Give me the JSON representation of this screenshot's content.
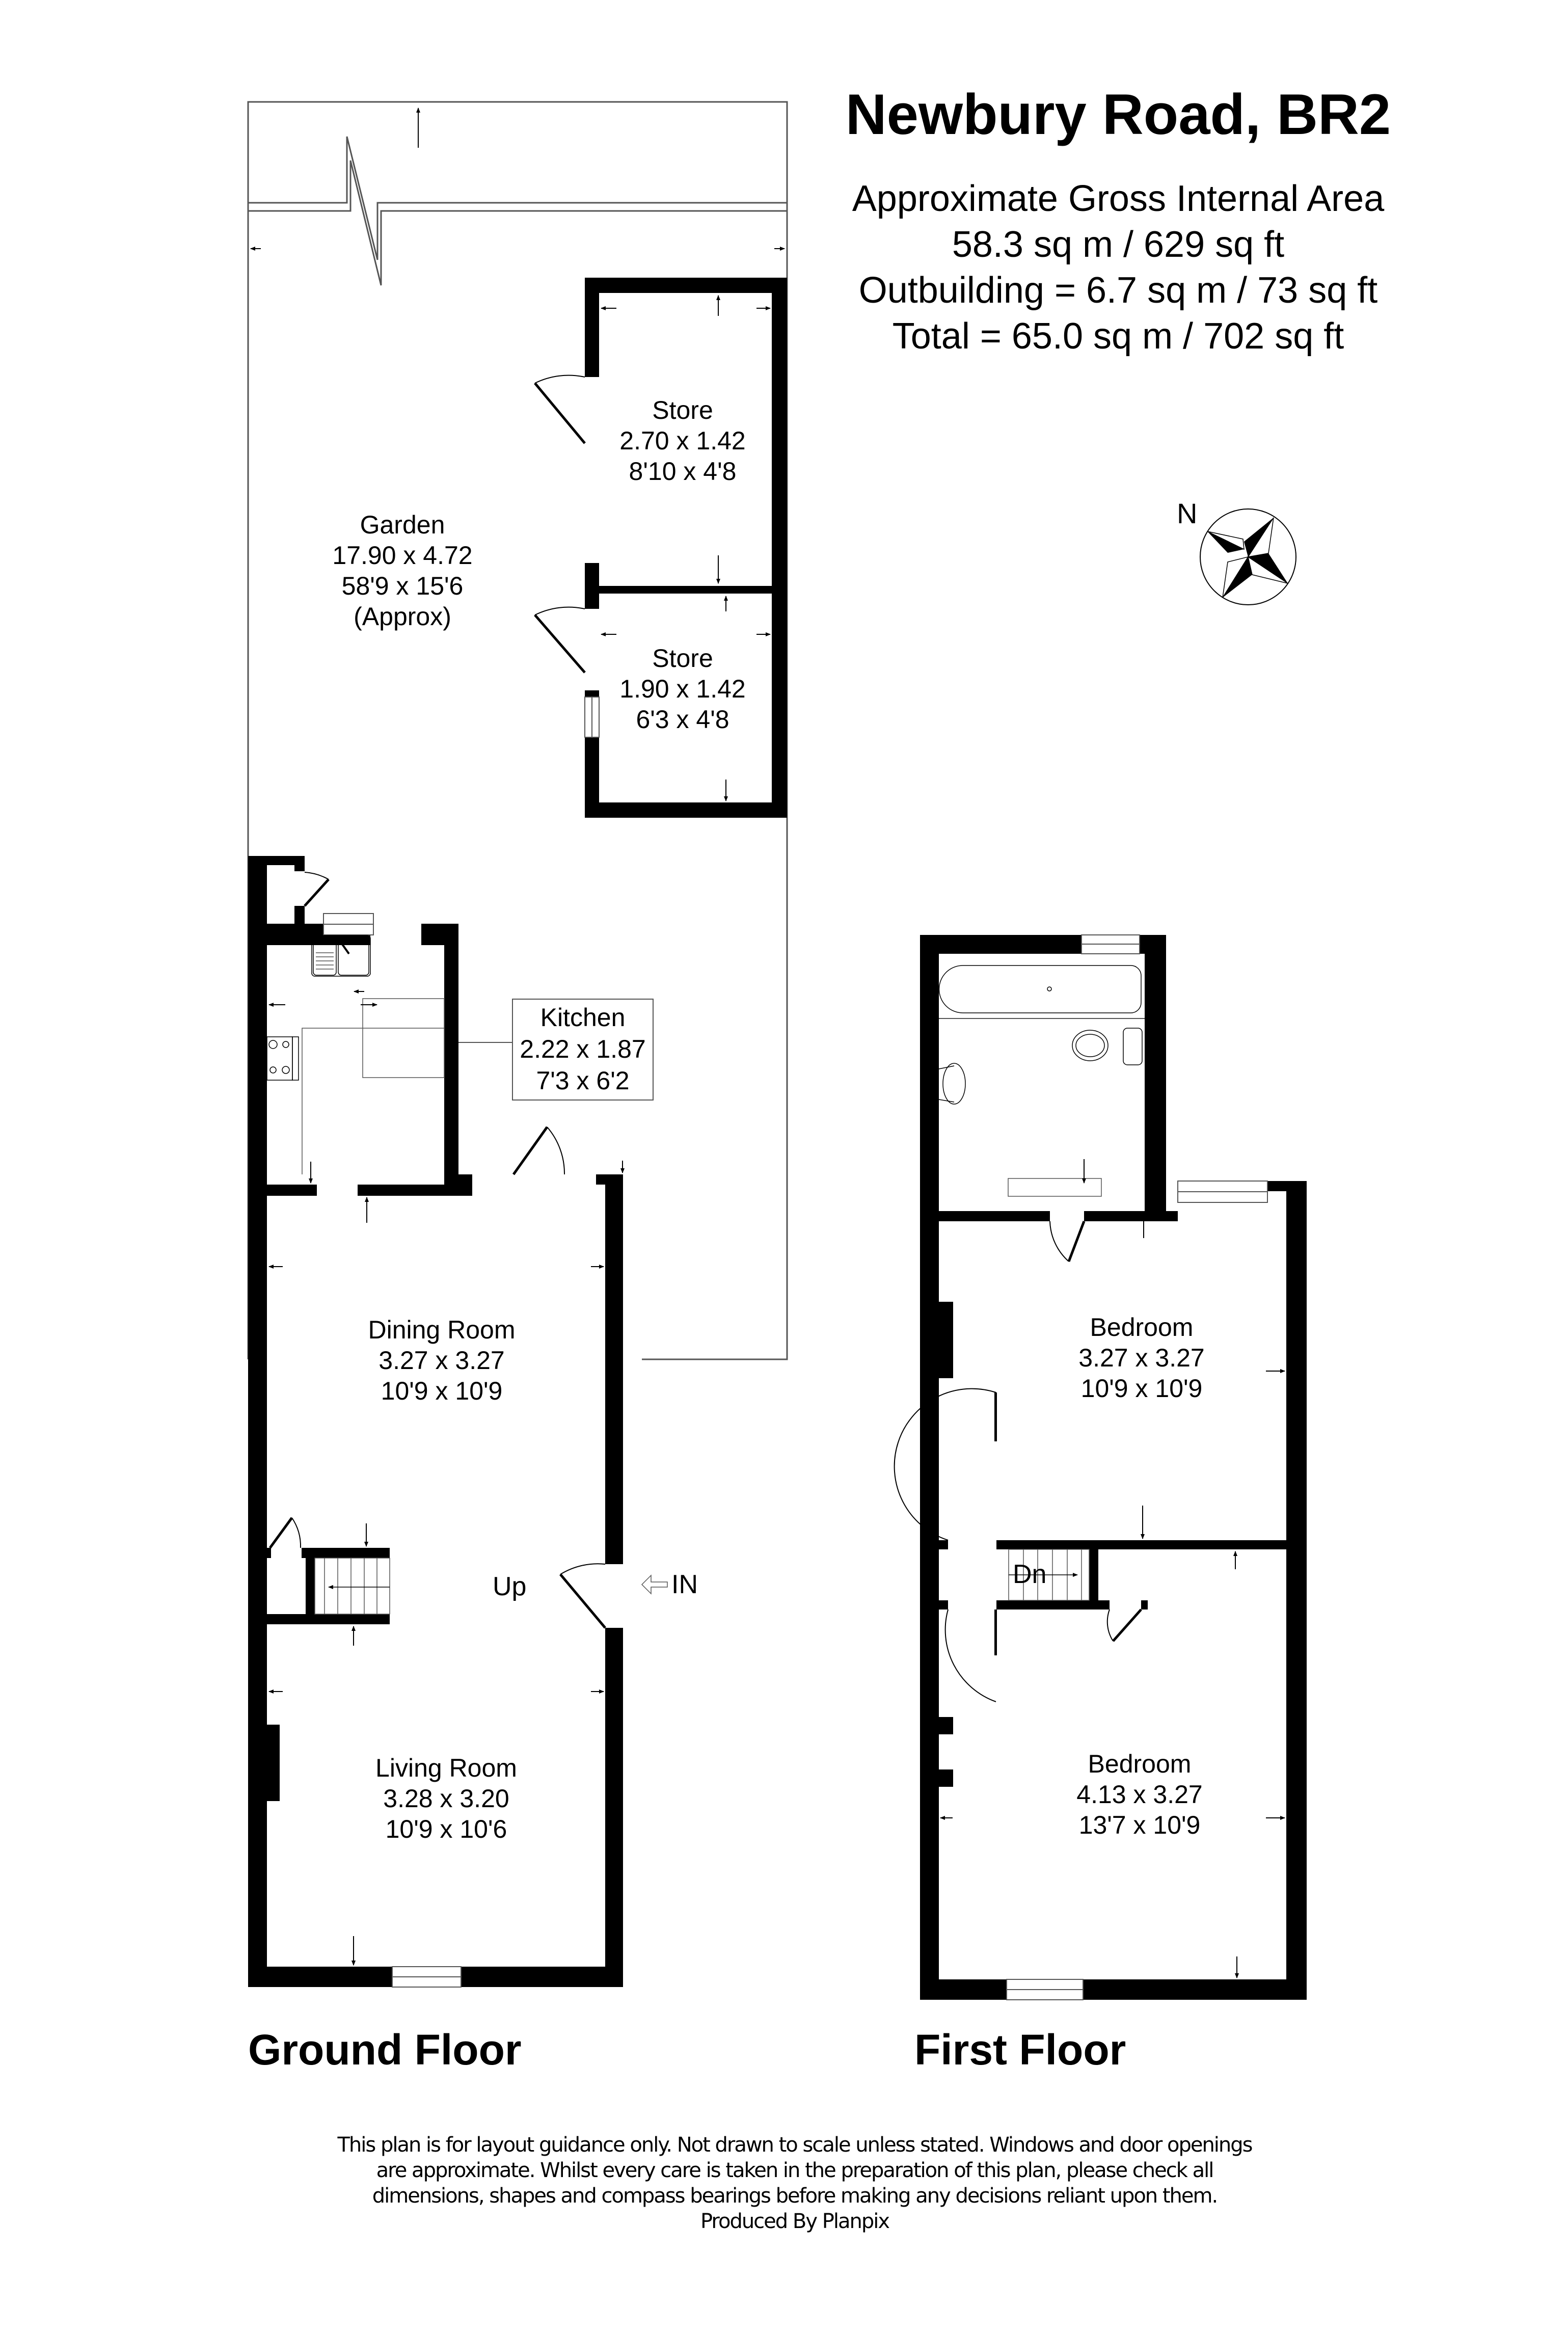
{
  "header": {
    "title": "Newbury Road, BR2",
    "area_heading": "Approximate Gross Internal Area",
    "main_area": "58.3 sq m / 629 sq ft",
    "outbuilding_area": "Outbuilding = 6.7 sq m / 73 sq ft",
    "total_area": "Total = 65.0 sq m / 702 sq ft"
  },
  "compass": {
    "label": "N",
    "icon": "compass-rose-icon"
  },
  "ground_floor": {
    "label": "Ground Floor",
    "rooms": {
      "garden": {
        "name": "Garden",
        "metric": "17.90 x 4.72",
        "imperial": "58'9 x 15'6",
        "note": "(Approx)"
      },
      "store_1": {
        "name": "Store",
        "metric": "2.70 x 1.42",
        "imperial": "8'10 x 4'8"
      },
      "store_2": {
        "name": "Store",
        "metric": "1.90 x 1.42",
        "imperial": "6'3 x 4'8"
      },
      "kitchen": {
        "name": "Kitchen",
        "metric": "2.22 x 1.87",
        "imperial": "7'3 x 6'2"
      },
      "dining_room": {
        "name": "Dining Room",
        "metric": "3.27 x 3.27",
        "imperial": "10'9 x 10'9"
      },
      "living_room": {
        "name": "Living Room",
        "metric": "3.28 x 3.20",
        "imperial": "10'9 x 10'6"
      }
    },
    "stairs_label": "Up",
    "entrance_label": "IN"
  },
  "first_floor": {
    "label": "First Floor",
    "rooms": {
      "bedroom_1": {
        "name": "Bedroom",
        "metric": "3.27 x 3.27",
        "imperial": "10'9 x 10'9"
      },
      "bedroom_2": {
        "name": "Bedroom",
        "metric": "4.13 x 3.27",
        "imperial": "13'7 x 10'9"
      }
    },
    "stairs_label": "Dn"
  },
  "footer": {
    "line1": "This plan is for layout guidance only. Not drawn to scale unless stated. Windows and door openings",
    "line2": "are approximate. Whilst every care is taken in the preparation of this plan, please check all",
    "line3": "dimensions, shapes and compass bearings before making any decisions reliant upon them.",
    "line4": "Produced By Planpix"
  },
  "colors": {
    "wall": "#000000",
    "line": "#555555",
    "background": "#ffffff"
  }
}
